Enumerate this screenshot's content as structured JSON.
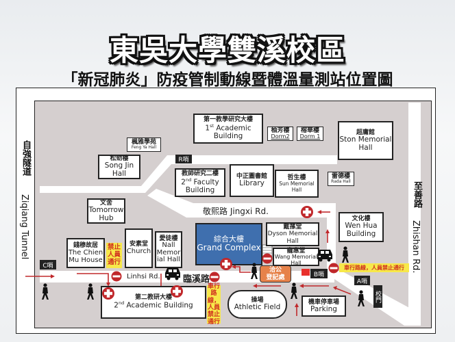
{
  "header": {
    "title": "東吳大學雙溪校區",
    "subtitle": "「新冠肺炎」防疫管制動線暨體溫量測站位置圖"
  },
  "roads": {
    "ziqiang_zh": "自強隧道",
    "ziqiang_en": "Ziqiang Tunnel",
    "zhishan_zh": "至善路",
    "zhishan_en": "Zhishan Rd.",
    "jingxi": "敬熙路 Jingxi Rd.",
    "linhsi_en": "Linhsi Rd.",
    "linhsi_zh": "臨溪路"
  },
  "buildings": {
    "first_academic": {
      "zh": "第一教學研究大樓",
      "num": "1",
      "sup": "st",
      "en": " Academic\nBuilding"
    },
    "dorm2": {
      "zh": "柚芳樓",
      "en": "Dorm2"
    },
    "dorm1": {
      "zh": "榕華樓",
      "en": "Dorm 1"
    },
    "ston": {
      "zh": "超庸館",
      "en": "Ston Memorial\nHall"
    },
    "fengya": {
      "zh": "楓雅學苑",
      "en": "Feng Ya Hall"
    },
    "songjin": {
      "zh": "松勁樓",
      "en": "Song Jin\nHall"
    },
    "faculty2": {
      "zh": "教師研究二樓",
      "num": "2",
      "sup": "nd",
      "en": " Faculty\nBuilding"
    },
    "library": {
      "zh": "中正圖書館",
      "en": "Library"
    },
    "sun": {
      "zh": "哲生樓",
      "en": "Sun Memorial\nHall"
    },
    "rada": {
      "zh": "雷德樓",
      "en": "Rada Hall"
    },
    "tomorrow": {
      "zh": "文舍",
      "en": "Tomorrow\nHub"
    },
    "grand": {
      "zh": "綜合大樓",
      "en": "Grand Complex"
    },
    "dyson": {
      "zh": "戴蓀堂",
      "en": "Dyson Memorial\nHall"
    },
    "wenhua": {
      "zh": "文化樓",
      "en": "Wen Hua\nBuilding"
    },
    "chienmu": {
      "zh": "錢穆故居",
      "en": "The Chien\nMu House"
    },
    "church": {
      "zh": "安素堂",
      "en": "Church"
    },
    "nall": {
      "zh": "愛徒樓",
      "en": "Nall\nMemor\nial Hall"
    },
    "wang": {
      "zh": "寵惠堂",
      "en": "Wang Memorial\nHall"
    },
    "academic2": {
      "zh": "第二教研大樓",
      "num": "2",
      "sup": "nd",
      "en": " Academic Building"
    },
    "athletic": {
      "zh": "操場",
      "en": "Athletic Field"
    },
    "parking": {
      "zh": "機車停車場",
      "en": "Parking"
    }
  },
  "posts": {
    "r": "R哨",
    "c": "C哨",
    "b": "B哨",
    "a": "A哨",
    "gate": "校門"
  },
  "notices": {
    "no_pedestrian": "禁止\n人員\n通行",
    "vehicle_route_v": "車行\n路線，\n人員\n禁止\n通行",
    "vehicle_route_h": "車行路線，人員禁止通行",
    "registration": "洽公\n登記處"
  },
  "colors": {
    "map_bg": "#d5cfcf",
    "grand": "#3f6fae",
    "red": "#c0282b",
    "yellow": "#f7e84a",
    "orange": "#e6824a"
  }
}
